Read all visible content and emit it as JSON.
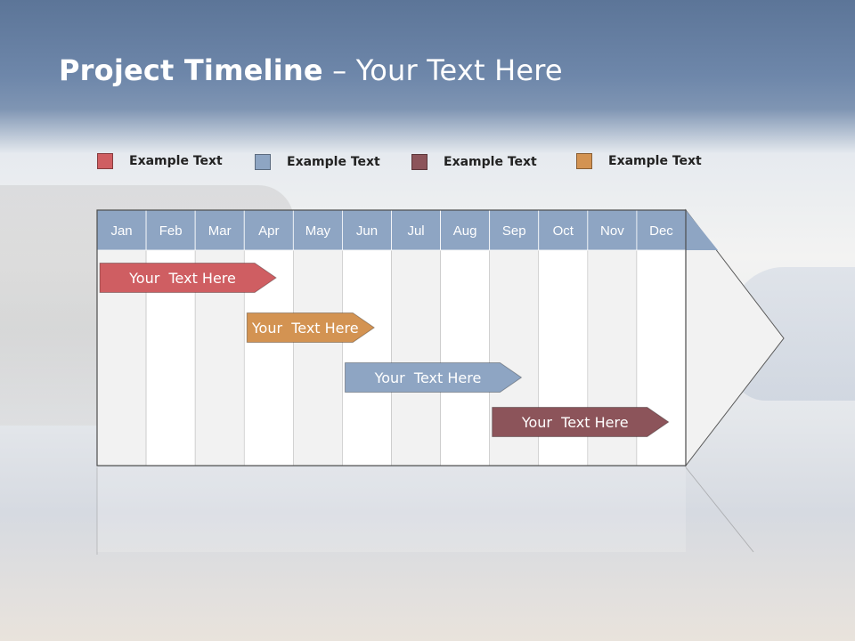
{
  "title": {
    "bold": "Project Timeline",
    "rest": " – Your Text Here"
  },
  "legend": [
    {
      "label": "Example Text",
      "color": "#cf5e62"
    },
    {
      "label": "Example Text",
      "color": "#8ea5c3"
    },
    {
      "label": "Example Text",
      "color": "#8c545a"
    },
    {
      "label": "Example Text",
      "color": "#d39352"
    }
  ],
  "timeline": {
    "months": [
      "Jan",
      "Feb",
      "Mar",
      "Apr",
      "May",
      "Jun",
      "Jul",
      "Aug",
      "Sep",
      "Oct",
      "Nov",
      "Dec"
    ],
    "header_color": "#8ea5c3",
    "tasks": [
      {
        "label": "Your  Text Here",
        "start": "Jan",
        "end": "Apr",
        "color": "#cf5e62"
      },
      {
        "label": "Your  Text Here",
        "start": "Apr",
        "end": "Jun",
        "color": "#d39352"
      },
      {
        "label": "Your  Text Here",
        "start": "Jun",
        "end": "Sep",
        "color": "#8ea5c3"
      },
      {
        "label": "Your  Text Here",
        "start": "Sep",
        "end": "Dec",
        "color": "#8c545a"
      }
    ]
  }
}
